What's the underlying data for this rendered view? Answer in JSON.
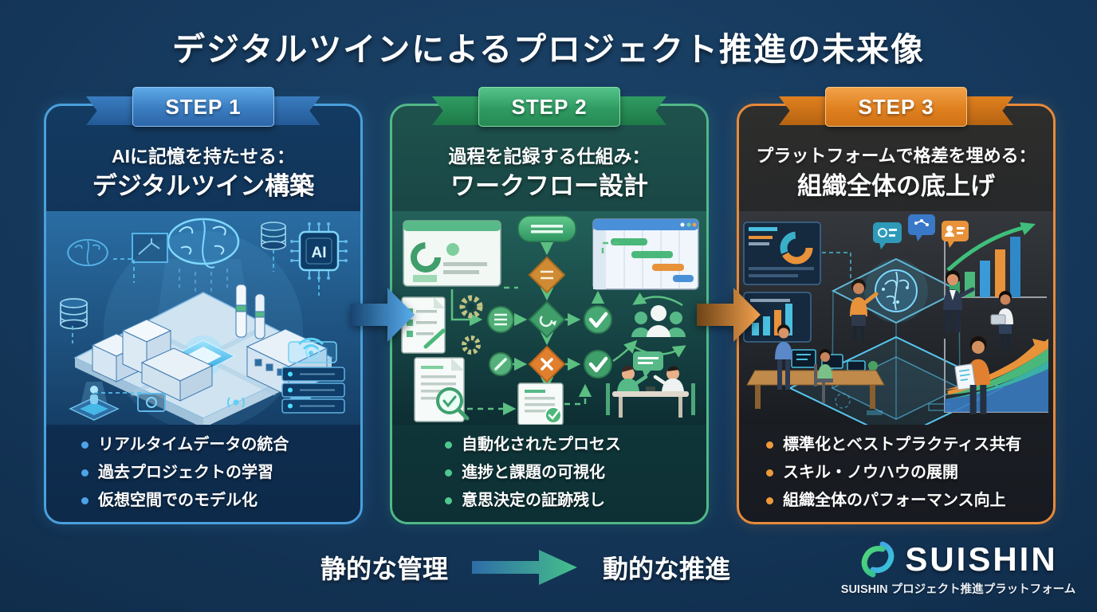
{
  "title": "デジタルツインによるプロジェクト推進の未来像",
  "steps": [
    {
      "badge": "STEP 1",
      "title_line1": "AIに記憶を持たせる：",
      "title_line2": "デジタルツイン構築",
      "bullets": [
        "リアルタイムデータの統合",
        "過去プロジェクトの学習",
        "仮想空間でのモデル化"
      ],
      "accent_color": "#4da3e8",
      "illustration": "digital-twin-city",
      "icons": [
        "brain",
        "ai-chip",
        "database",
        "factory",
        "server-stack",
        "wifi",
        "hologram"
      ]
    },
    {
      "badge": "STEP 2",
      "title_line1": "過程を記録する仕組み：",
      "title_line2": "ワークフロー設計",
      "bullets": [
        "自動化されたプロセス",
        "進捗と課題の可視化",
        "意思決定の証跡残し"
      ],
      "accent_color": "#4ec890",
      "illustration": "workflow-diagram",
      "icons": [
        "browser",
        "gantt-chart",
        "flow-node",
        "decision-diamond",
        "check-circle",
        "gear",
        "document",
        "magnifier",
        "people-group",
        "meeting"
      ]
    },
    {
      "badge": "STEP 3",
      "title_line1": "プラットフォームで格差を埋める：",
      "title_line2": "組織全体の底上げ",
      "bullets": [
        "標準化とベストプラクティス共有",
        "スキル・ノウハウの展開",
        "組織全体のパフォーマンス向上"
      ],
      "accent_color": "#f0993c",
      "illustration": "organization-platform",
      "icons": [
        "dashboard",
        "donut-chart",
        "bar-chart",
        "growth-arrow",
        "area-chart",
        "hologram-cube",
        "brain",
        "team"
      ]
    }
  ],
  "step1_illustration": {
    "ai_chip_label": "AI"
  },
  "transition": {
    "from_label": "静的な管理",
    "to_label": "動的な推進"
  },
  "brand": {
    "name": "SUISHIN",
    "tagline": "SUISHIN プロジェクト推進プラットフォーム"
  },
  "colors": {
    "background": "#143a5e",
    "panel1_border": "#4aa0dc",
    "panel2_border": "#52b888",
    "panel3_border": "#e88a3a",
    "panel_arrow_1": "#4da3e8",
    "panel_arrow_2": "#f0993c",
    "transition_arrow_start": "#2e6da8",
    "transition_arrow_end": "#45c08a"
  }
}
